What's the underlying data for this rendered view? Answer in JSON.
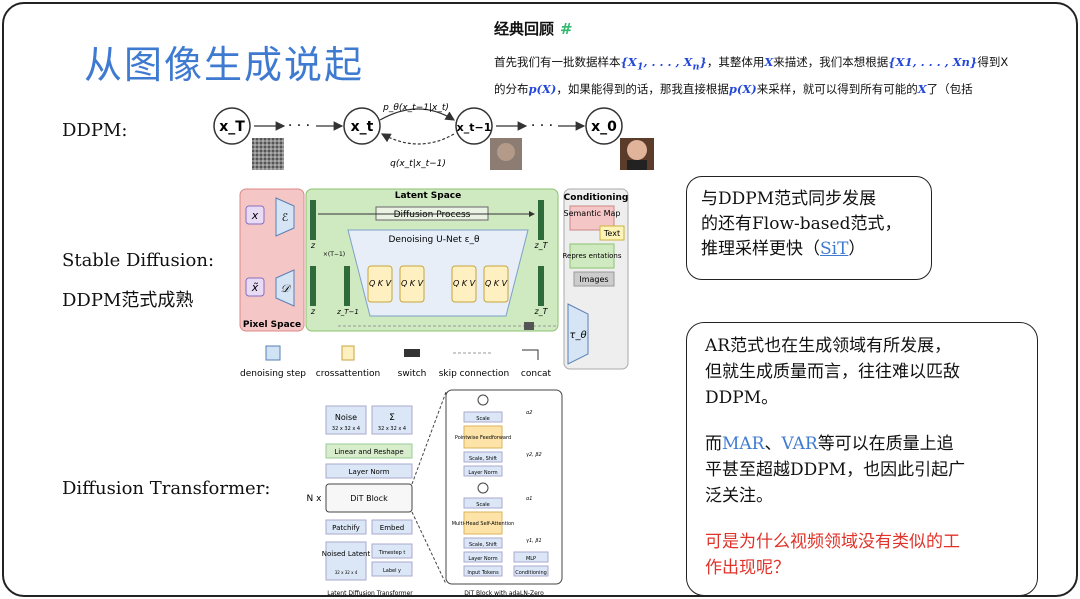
{
  "title": "从图像生成说起",
  "review": {
    "heading": "经典回顾",
    "hash": "#",
    "line1_a": "首先我们有一批数据样本",
    "line1_set": "{X",
    "line1_sub1": "1",
    "line1_mid": ", . . . , X",
    "line1_subn": "n",
    "line1_close": "}",
    "line1_b": "，其整体用",
    "line1_X": "X",
    "line1_c": "来描述，我们本想根据",
    "line1_set2": "{X1, . . . , Xn}",
    "line1_d": "得到X",
    "line2_a": "的分布",
    "line2_px": "p(X)",
    "line2_b": "，如果能得到的话，那我直接根据",
    "line2_px2": "p(X)",
    "line2_c": "来采样，就可以得到所有可能的",
    "line2_X": "X",
    "line2_d": "了（包括"
  },
  "labels": {
    "ddpm": "DDPM:",
    "sd1": "Stable Diffusion:",
    "sd2": "DDPM范式成熟",
    "dit": "Diffusion Transformer:"
  },
  "ddpm_figure": {
    "xT": "x_T",
    "dots1": "· · ·",
    "xt": "x_t",
    "xt1": "x_t−1",
    "dots2": "· · ·",
    "x0": "x_0",
    "p_label": "p_θ(x_t−1|x_t)",
    "q_label": "q(x_t|x_t−1)"
  },
  "sd_figure": {
    "latent_space": "Latent Space",
    "conditioning": "Conditioning",
    "diffusion_process": "Diffusion Process",
    "denoising_unet": "Denoising U-Net ε_θ",
    "pixel_space": "Pixel Space",
    "semantic_map": "Semantic Map",
    "text": "Text",
    "representations": "Repres entations",
    "images": "Images",
    "x": "x",
    "x_tilde": "x̃",
    "enc": "ℰ",
    "dec": "𝒟",
    "z": "z",
    "zT": "z_T",
    "zT1": "z_T−1",
    "tau": "τ_θ",
    "qkv": "Q K V",
    "times": "×(T−1)",
    "legend": [
      "denoising step",
      "crossattention",
      "switch",
      "skip connection",
      "concat"
    ]
  },
  "dit_figure": {
    "noise": "Noise",
    "noise_dim": "32 x 32 x 4",
    "sigma": "Σ",
    "sigma_dim": "32 x 32 x 4",
    "linear": "Linear and Reshape",
    "layernorm": "Layer Norm",
    "nx": "N x",
    "dit_block": "DiT Block",
    "patchify": "Patchify",
    "embed": "Embed",
    "noised_latent": "Noised Latent",
    "noised_dim": "32 x 32 x 4",
    "timestep": "Timestep t",
    "label": "Label y",
    "caption_left": "Latent Diffusion Transformer",
    "caption_right": "DiT Block with adaLN-Zero",
    "scale": "Scale",
    "pointwise": "Pointwise Feedforward",
    "scale_shift": "Scale, Shift",
    "mha": "Multi-Head Self-Attention",
    "input_tokens": "Input Tokens",
    "mlp": "MLP",
    "conditioning": "Conditioning",
    "alpha1": "α1",
    "alpha2": "α2",
    "gb1": "γ1, β1",
    "gb2": "γ2, β2"
  },
  "bubble1": {
    "line1": "与DDPM范式同步发展",
    "line2": "的还有Flow-based范式，",
    "line3_a": "推理采样更快（",
    "line3_link": "SiT",
    "line3_b": "）"
  },
  "bubble2": {
    "p1_1": "AR范式也在生成领域有所发展，",
    "p1_2": "但就生成质量而言，往往难以匹敌",
    "p1_3": "DDPM。",
    "p2_mar": "MAR",
    "p2_sep": "、",
    "p2_var": "VAR",
    "p2_a_prefix": "而",
    "p2_a_suffix": "等可以在质量上追",
    "p2_b": "平甚至超越DDPM，也因此引起广",
    "p2_c": "泛关注。",
    "p3_1": "可是为什么视频领域没有类似的工",
    "p3_2": "作出现呢？"
  },
  "colors": {
    "title_blue": "#3f7ad1",
    "math_blue": "#2347d8",
    "red": "#e0332a",
    "latent_green": "#cfe9c0",
    "pixel_pink": "#f4c6c6"
  }
}
